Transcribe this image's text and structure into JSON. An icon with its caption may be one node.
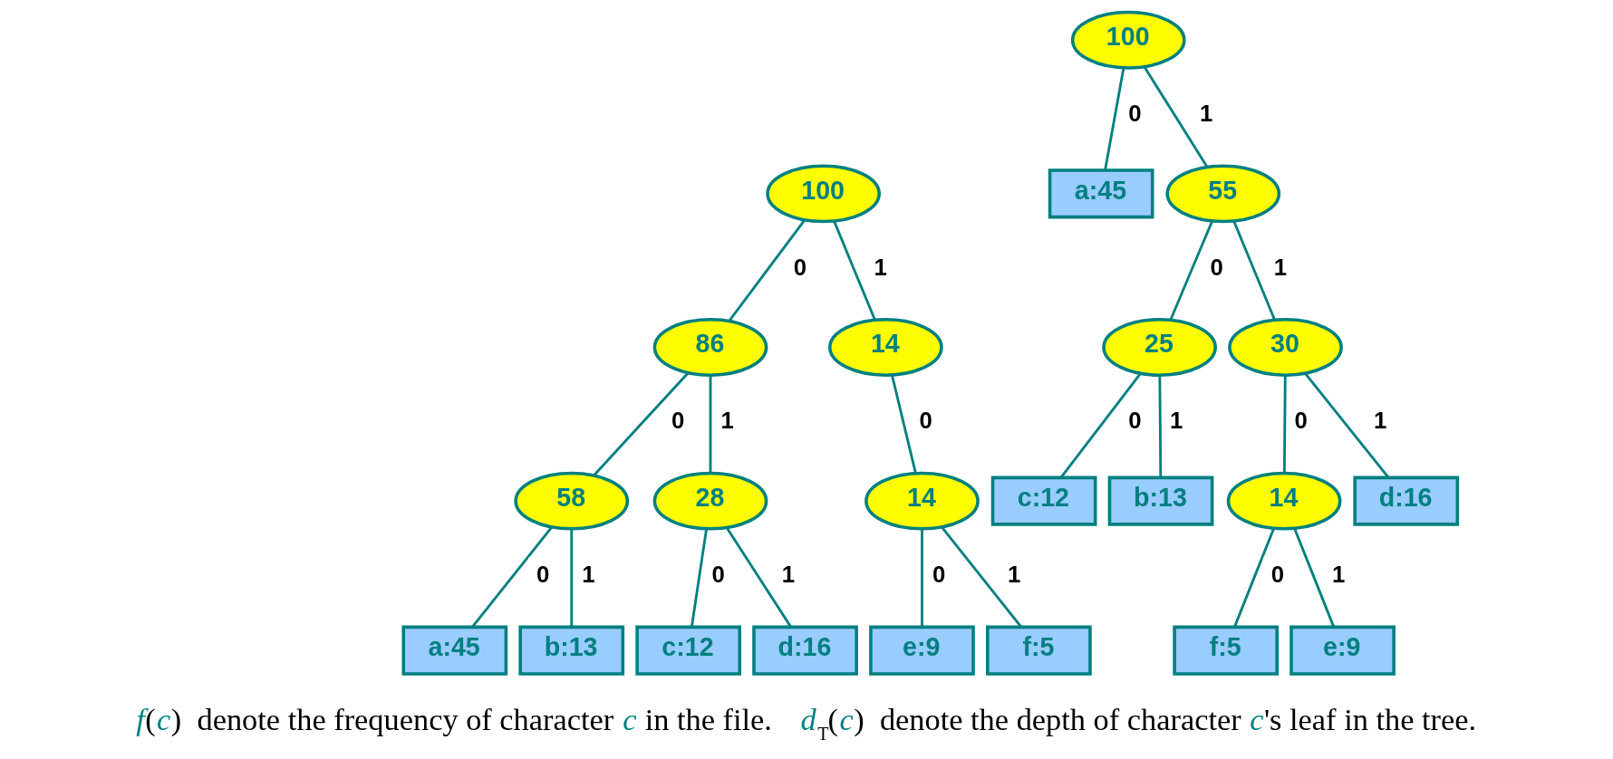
{
  "diagram": {
    "nodes": [
      {
        "text": [
          "100"
        ]
      },
      {
        "text": [
          "86"
        ]
      },
      {
        "text": [
          "14"
        ]
      },
      {
        "text": [
          "58"
        ]
      },
      {
        "text": [
          "28"
        ]
      },
      {
        "text": [
          "14"
        ]
      },
      {
        "text": [
          "a:45"
        ]
      },
      {
        "text": [
          "b:13"
        ]
      },
      {
        "text": [
          "c:12"
        ]
      },
      {
        "text": [
          "d:16"
        ]
      },
      {
        "text": [
          "e:9"
        ]
      },
      {
        "text": [
          "f:5"
        ]
      },
      {
        "text": [
          "100"
        ]
      },
      {
        "text": [
          "a:45"
        ]
      },
      {
        "text": [
          "55"
        ]
      },
      {
        "text": [
          "25"
        ]
      },
      {
        "text": [
          "30"
        ]
      },
      {
        "text": [
          "c:12"
        ]
      },
      {
        "text": [
          "b:13"
        ]
      },
      {
        "text": [
          "14"
        ]
      },
      {
        "text": [
          "d:16"
        ]
      },
      {
        "text": [
          "f:5"
        ]
      },
      {
        "text": [
          "e:9"
        ]
      }
    ],
    "edges": [
      {
        "from": 0,
        "to": 1,
        "arrow": "none",
        "label": "0"
      },
      {
        "from": 0,
        "to": 2,
        "arrow": "none",
        "label": "1"
      },
      {
        "from": 1,
        "to": 3,
        "arrow": "none",
        "label": "0"
      },
      {
        "from": 1,
        "to": 4,
        "arrow": "none",
        "label": "1"
      },
      {
        "from": 2,
        "to": 5,
        "arrow": "none",
        "label": "0"
      },
      {
        "from": 3,
        "to": 6,
        "arrow": "none",
        "label": "0"
      },
      {
        "from": 3,
        "to": 7,
        "arrow": "none",
        "label": "1"
      },
      {
        "from": 4,
        "to": 8,
        "arrow": "none",
        "label": "0"
      },
      {
        "from": 4,
        "to": 9,
        "arrow": "none",
        "label": "1"
      },
      {
        "from": 5,
        "to": 10,
        "arrow": "none",
        "label": "0"
      },
      {
        "from": 5,
        "to": 11,
        "arrow": "none",
        "label": "1"
      },
      {
        "from": 12,
        "to": 13,
        "arrow": "none",
        "label": "0"
      },
      {
        "from": 12,
        "to": 14,
        "arrow": "none",
        "label": "1"
      },
      {
        "from": 14,
        "to": 15,
        "arrow": "none",
        "label": "0"
      },
      {
        "from": 14,
        "to": 16,
        "arrow": "none",
        "label": "1"
      },
      {
        "from": 15,
        "to": 17,
        "arrow": "none",
        "label": "0"
      },
      {
        "from": 15,
        "to": 18,
        "arrow": "none",
        "label": "1"
      },
      {
        "from": 16,
        "to": 19,
        "arrow": "none",
        "label": "0"
      },
      {
        "from": 16,
        "to": 20,
        "arrow": "none",
        "label": "1"
      },
      {
        "from": 19,
        "to": 21,
        "arrow": "none",
        "label": "0"
      },
      {
        "from": 19,
        "to": 22,
        "arrow": "none",
        "label": "1"
      }
    ],
    "labels": [
      "*f*(*c*)  denote the frequency of character *c* in the file.",
      "*d*$_{T}$(*c*)  denote the depth of character *c*'s leaf in the tree."
    ]
  }
}
